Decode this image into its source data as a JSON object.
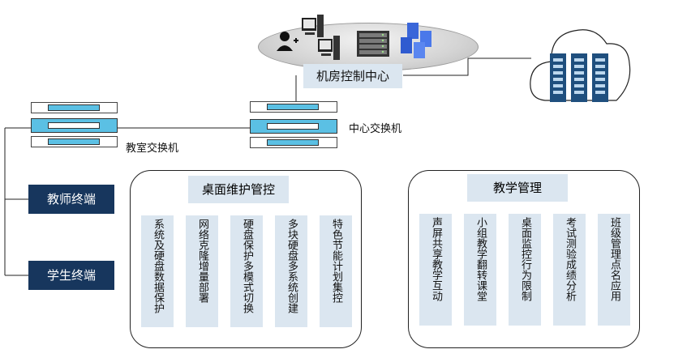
{
  "control_center": {
    "label": "机房控制中心"
  },
  "core_switch": {
    "label": "中心交换机"
  },
  "classroom_switch": {
    "label": "教室交换机"
  },
  "terminals": {
    "teacher": "教师终端",
    "student": "学生终端"
  },
  "desktop_group": {
    "title": "桌面维护管控",
    "items": [
      "系统及硬盘数据保护",
      "网络克隆增量部署",
      "硬盘保护多模式切换",
      "多块硬盘多系统创建",
      "特色节能计划集控"
    ]
  },
  "teaching_group": {
    "title": "教学管理",
    "items": [
      "声屏共享教学互动",
      "小组教学翻转课堂",
      "桌面监控行为限制",
      "考试测验成绩分析",
      "班级管理点名应用"
    ]
  },
  "icons": [
    "user-add-icon",
    "computer-icon",
    "rack-server-icon",
    "cloud-icon",
    "database-icon"
  ],
  "colors": {
    "accent": "#5bc0e4",
    "navy": "#17365d",
    "panel_fill": "#dbe6f0"
  }
}
